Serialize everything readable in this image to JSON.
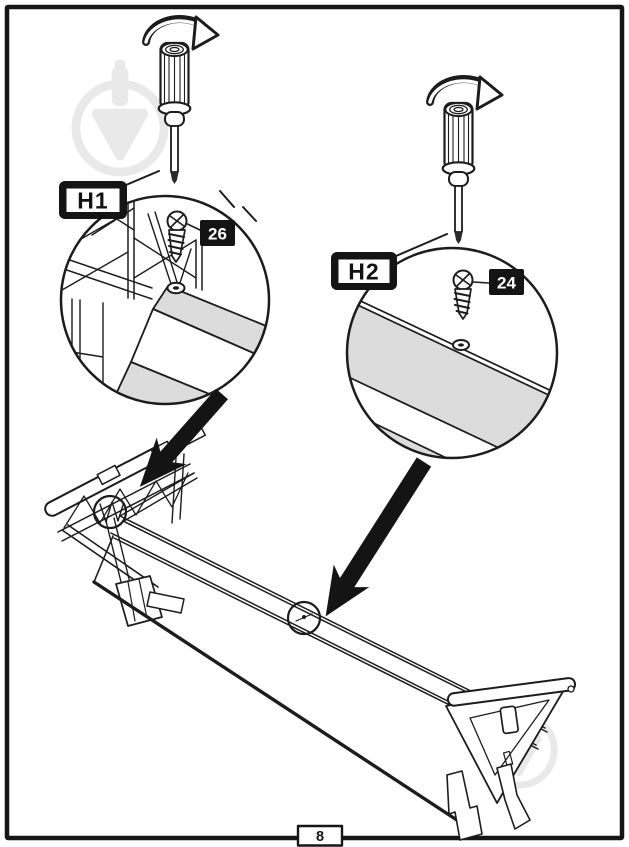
{
  "page": {
    "number": "8"
  },
  "colors": {
    "line": "#1c1c1c",
    "beam_fill": "#dcdcdc",
    "watermark": "#e9e9e9",
    "badge_bg": "#141414",
    "badge_text": "#ffffff",
    "label_text": "#111111",
    "paper": "#ffffff"
  },
  "callouts": [
    {
      "label": "H1",
      "part_number": "26"
    },
    {
      "label": "H2",
      "part_number": "24"
    }
  ],
  "icons": {
    "rotation_arrow": "clockwise-rotation-arrow",
    "screwdriver": "phillips-screwdriver",
    "direction_arrow": "solid-direction-arrow",
    "watermark": "store-logo-watermark",
    "screw": "phillips-screw"
  }
}
